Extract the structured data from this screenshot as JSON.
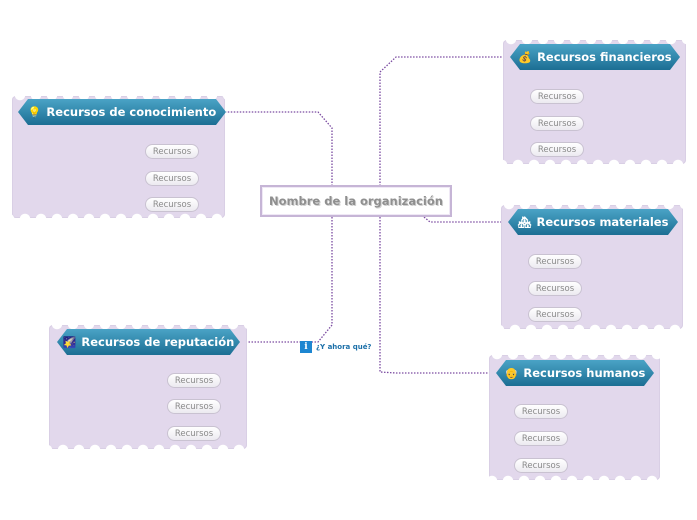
{
  "central": {
    "label": "Nombre de la organización"
  },
  "note": {
    "label": "¿Y ahora qué?"
  },
  "branches": {
    "conocimiento": {
      "label": "Recursos de conocimiento",
      "icon": "💡",
      "leaves": [
        "Recursos",
        "Recursos",
        "Recursos"
      ]
    },
    "reputacion": {
      "label": "Recursos de reputación",
      "icon": "🌠",
      "leaves": [
        "Recursos",
        "Recursos",
        "Recursos"
      ]
    },
    "financieros": {
      "label": "Recursos financieros",
      "icon": "💰",
      "leaves": [
        "Recursos",
        "Recursos",
        "Recursos"
      ]
    },
    "materiales": {
      "label": "Recursos materiales",
      "icon": "🏘",
      "leaves": [
        "Recursos",
        "Recursos",
        "Recursos"
      ]
    },
    "humanos": {
      "label": "Recursos humanos",
      "icon": "👴",
      "leaves": [
        "Recursos",
        "Recursos",
        "Recursos"
      ]
    }
  },
  "colors": {
    "branch": "#2a86ad",
    "group": "#e2d8ec",
    "connector": "#7a4aa0"
  }
}
